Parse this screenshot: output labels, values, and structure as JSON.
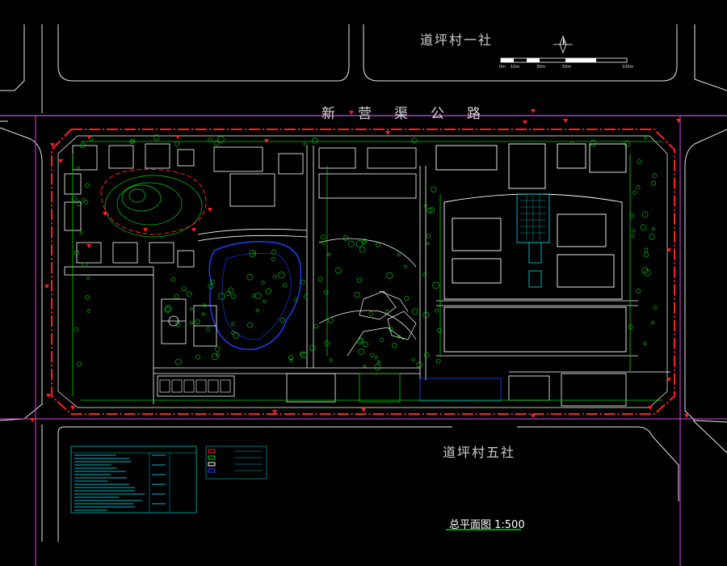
{
  "drawing": {
    "title": "总平面图 1:500",
    "roads": {
      "north_village": "道坪村一社",
      "main_road": "新营渠公路",
      "south_village": "道坪村五社"
    },
    "scale_bar": {
      "ticks": [
        "0m",
        "10m",
        "30m",
        "50m",
        "100m"
      ]
    },
    "colors": {
      "background": "#000000",
      "road_line": "#ffffff",
      "site_boundary": "#ff2020",
      "road_center": "#d050d0",
      "building": "#ffffff",
      "green": "#00d000",
      "water": "#2040ff",
      "cyan": "#00c8c8",
      "yellow": "#e0e000"
    },
    "icons": [
      "north-arrow-icon",
      "tree-icon",
      "entrance-marker-icon"
    ]
  }
}
